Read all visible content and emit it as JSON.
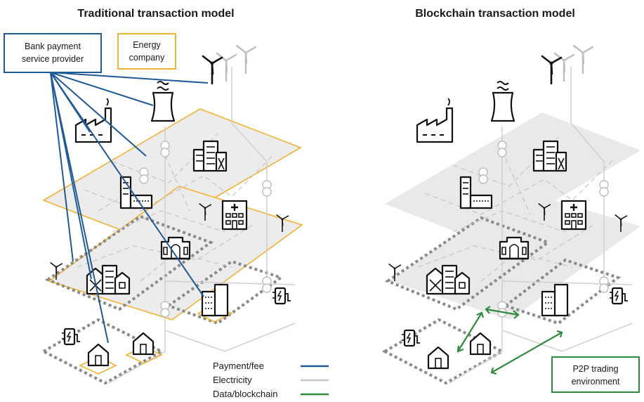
{
  "titles": {
    "left": "Traditional transaction model",
    "right": "Blockchain transaction model"
  },
  "boxes": {
    "bank": {
      "line1": "Bank payment",
      "line2": "service provider"
    },
    "energy": {
      "line1": "Energy",
      "line2": "company"
    }
  },
  "legend": {
    "payment": "Payment/fee",
    "electricity": "Electricity",
    "data": "Data/blockchain"
  },
  "p2p": {
    "line1": "P2P trading",
    "line2": "environment"
  },
  "colors": {
    "payment": "#1f5a96",
    "electricity": "#c8c8c8",
    "blockchain": "#2e8b3e",
    "energy_border": "#f2b233",
    "plane": "#ececec",
    "dotted_border": "#8a8a8a"
  },
  "icons": [
    "wind-turbine-icon",
    "power-plant-icon",
    "factory-icon",
    "office-buildings-icon",
    "hospital-icon",
    "church-icon",
    "tower-building-icon",
    "house-icon",
    "ev-charger-icon"
  ]
}
